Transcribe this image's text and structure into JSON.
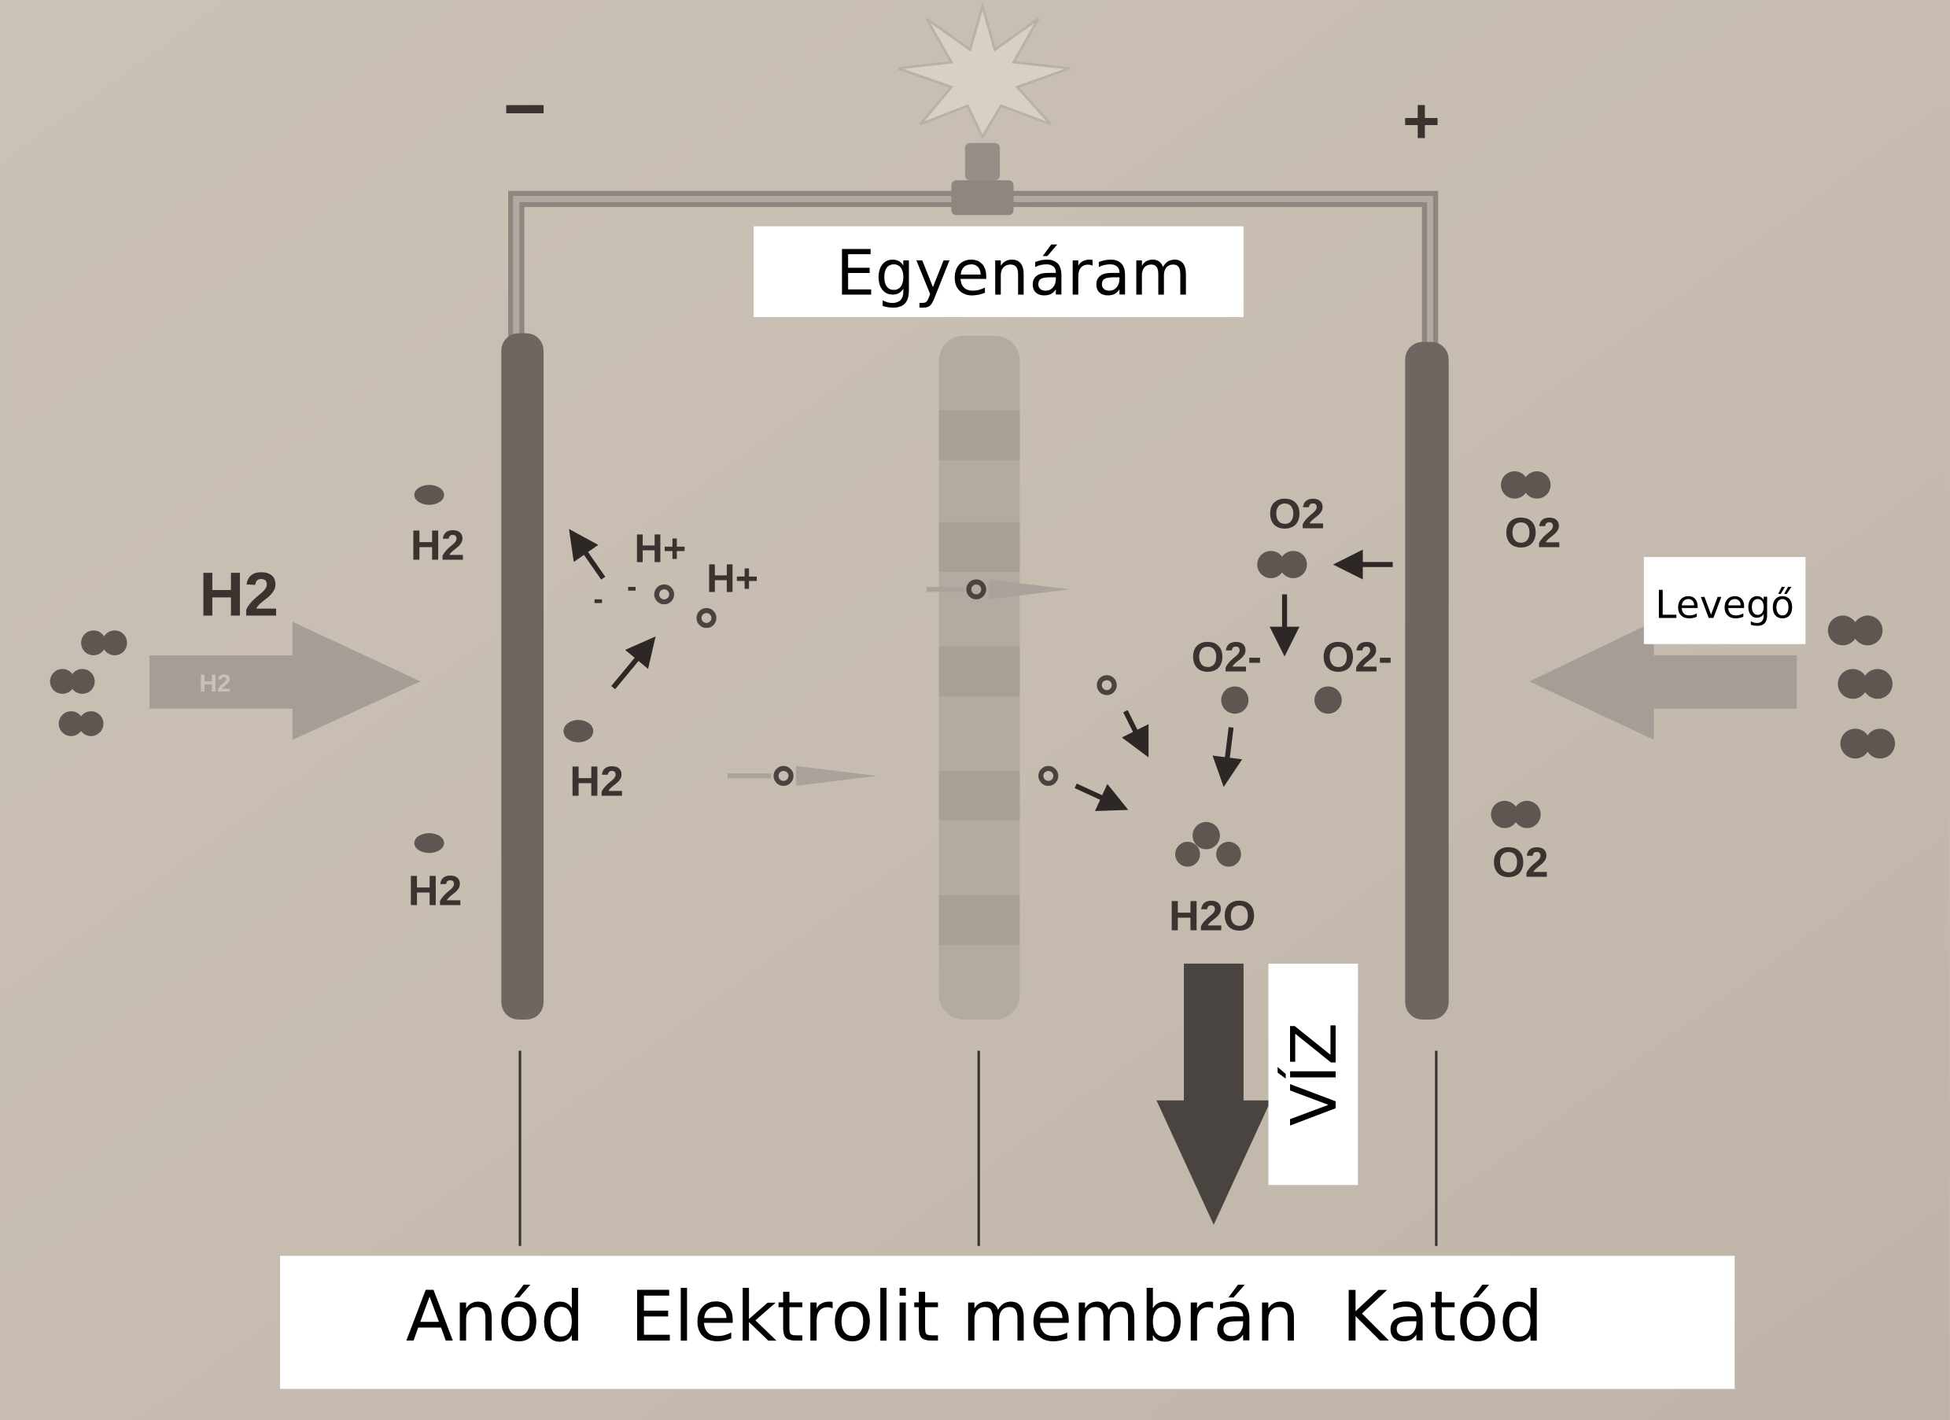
{
  "diagram": {
    "polarity": {
      "negative": "−",
      "positive": "+"
    },
    "current_label": "Egyenáram",
    "inputs": {
      "hydrogen_label": "H2",
      "hydrogen_arrow_label": "H2",
      "air_label": "Levegő"
    },
    "anode_side": {
      "molecule_labels": [
        "H2",
        "H2",
        "H2"
      ],
      "ion_labels": [
        "H+",
        "H+"
      ]
    },
    "cathode_side": {
      "oxygen_labels": [
        "O2",
        "O2",
        "O2"
      ],
      "oxide_labels": [
        "O2-",
        "O2-"
      ],
      "product_label": "H2O"
    },
    "output_label": "VÍZ",
    "bottom_labels": {
      "anode": "Anód",
      "membrane": "Elektrolit membrán",
      "cathode": "Katód"
    },
    "colors": {
      "background": "#c8beb2",
      "electrode": "#6f6661",
      "membrane": "#b3aaa2",
      "arrow_light": "#a59d96",
      "arrow_dark": "#4a4440"
    }
  }
}
